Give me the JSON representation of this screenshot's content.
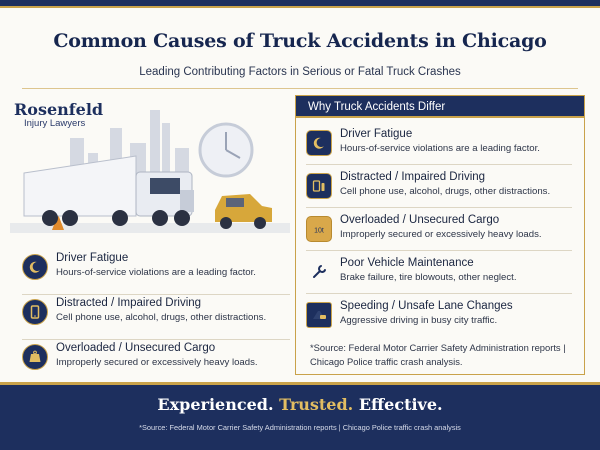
{
  "header": {
    "title": "Common Causes of Truck Accidents in Chicago",
    "subtitle": "Leading Contributing Factors in Serious or Fatal Truck Crashes"
  },
  "logo": {
    "name": "Rosenfeld",
    "tagline": "Injury Lawyers"
  },
  "left_list": [
    {
      "title": "Driver Fatigue",
      "desc": "Hours-of-service violations are a leading factor.",
      "icon": "moon-clock-icon"
    },
    {
      "title": "Distracted / Impaired Driving",
      "desc": "Cell phone use, alcohol, drugs, other distractions.",
      "icon": "phone-icon"
    },
    {
      "title": "Overloaded / Unsecured Cargo",
      "desc": "Improperly secured or excessively heavy loads.",
      "icon": "weight-icon"
    }
  ],
  "panel": {
    "title": "Why Truck Accidents Differ",
    "items": [
      {
        "title": "Driver Fatigue",
        "desc": "Hours-of-service violations are a leading factor.",
        "icon": "moon-clock-icon"
      },
      {
        "title": "Distracted / Impaired Driving",
        "desc": "Cell phone use, alcohol, drugs, other distractions.",
        "icon": "phone-bottle-icon"
      },
      {
        "title": "Overloaded / Unsecured Cargo",
        "desc": "Improperly secured or excessively heavy loads.",
        "icon": "weight-icon",
        "weight_label": "10t"
      },
      {
        "title": "Poor Vehicle Maintenance",
        "desc": "Brake failure, tire blowouts, other neglect.",
        "icon": "wrench-icon"
      },
      {
        "title": "Speeding / Unsafe Lane Changes",
        "desc": "Aggressive driving in busy city traffic.",
        "icon": "road-car-icon"
      }
    ],
    "source": "*Source: Federal Motor Carrier Safety Administration reports | Chicago Police traffic crash analysis."
  },
  "footer": {
    "word1": "Experienced.",
    "word2": "Trusted.",
    "word3": "Effective.",
    "source": "*Source: Federal Motor Carrier Safety Administration reports | Chicago Police traffic crash analysis"
  },
  "colors": {
    "navy": "#1d2f5e",
    "gold": "#c9a24a",
    "background": "#fbfaf6"
  }
}
